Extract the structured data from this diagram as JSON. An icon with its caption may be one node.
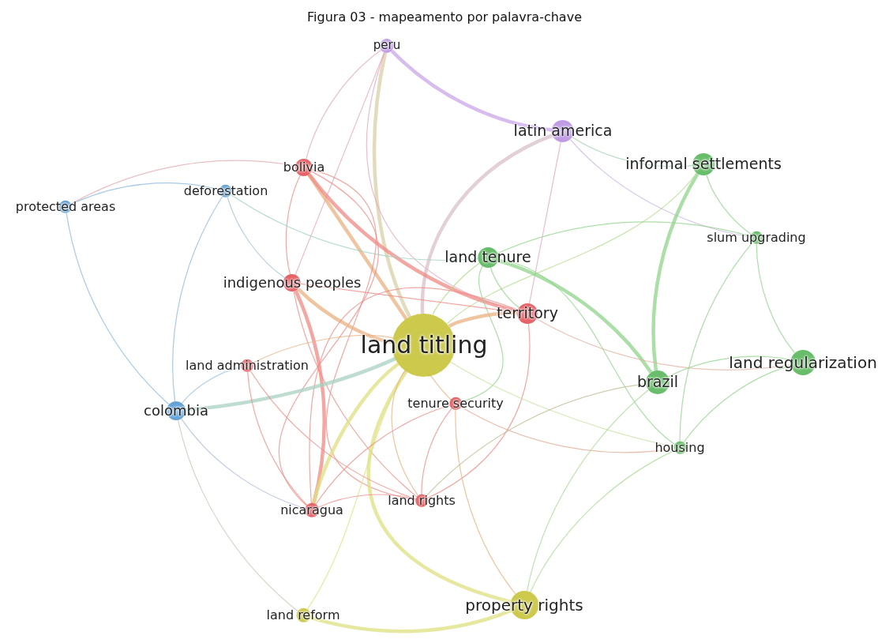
{
  "diagram": {
    "title": "Figura 03 - mapeamento por palavra-chave",
    "nodes": [
      {
        "text": [
          "peru"
        ]
      },
      {
        "text": [
          "latin america"
        ]
      },
      {
        "text": [
          "informal settlements"
        ]
      },
      {
        "text": [
          "bolivia"
        ]
      },
      {
        "text": [
          "deforestation"
        ]
      },
      {
        "text": [
          "protected areas"
        ]
      },
      {
        "text": [
          "slum upgrading"
        ]
      },
      {
        "text": [
          "land tenure"
        ]
      },
      {
        "text": [
          "indigenous peoples"
        ]
      },
      {
        "text": [
          "territory"
        ]
      },
      {
        "text": [
          "land titling"
        ]
      },
      {
        "text": [
          "land regularization"
        ]
      },
      {
        "text": [
          "land administration"
        ]
      },
      {
        "text": [
          "brazil"
        ]
      },
      {
        "text": [
          "colombia"
        ]
      },
      {
        "text": [
          "tenure security"
        ]
      },
      {
        "text": [
          "housing"
        ]
      },
      {
        "text": [
          "land rights"
        ]
      },
      {
        "text": [
          "nicaragua"
        ]
      },
      {
        "text": [
          "property rights"
        ]
      },
      {
        "text": [
          "land reform"
        ]
      }
    ],
    "edges": [
      {
        "from": 0,
        "to": 1,
        "arrow": "none",
        "style": "thick",
        "color": "#c9a6e8"
      },
      {
        "from": 0,
        "to": 10,
        "arrow": "none",
        "style": "thick",
        "color": "#d9cfa8"
      },
      {
        "from": 0,
        "to": 3,
        "arrow": "none",
        "color": "#e3a6c0"
      },
      {
        "from": 0,
        "to": 8,
        "arrow": "none",
        "color": "#e3a6c0"
      },
      {
        "from": 0,
        "to": 9,
        "arrow": "none",
        "color": "#e3a6c0"
      },
      {
        "from": 1,
        "to": 10,
        "arrow": "none",
        "style": "thick",
        "color": "#d9c0c8"
      },
      {
        "from": 1,
        "to": 2,
        "arrow": "none",
        "color": "#9fcfb0"
      },
      {
        "from": 1,
        "to": 6,
        "arrow": "none",
        "color": "#c9b6e0"
      },
      {
        "from": 1,
        "to": 9,
        "arrow": "none",
        "color": "#e3a6c0"
      },
      {
        "from": 2,
        "to": 13,
        "arrow": "none",
        "style": "thick",
        "color": "#8fd48a"
      },
      {
        "from": 2,
        "to": 6,
        "arrow": "none",
        "color": "#8fd48a"
      },
      {
        "from": 2,
        "to": 10,
        "arrow": "none",
        "color": "#b8dc90"
      },
      {
        "from": 3,
        "to": 10,
        "arrow": "none",
        "style": "thick",
        "color": "#eab080"
      },
      {
        "from": 3,
        "to": 9,
        "arrow": "none",
        "style": "thick"
      },
      {
        "from": 3,
        "to": 8,
        "arrow": "none"
      },
      {
        "from": 3,
        "to": 18,
        "arrow": "none"
      },
      {
        "from": 3,
        "to": 5,
        "arrow": "none",
        "color": "#e0a8b0"
      },
      {
        "from": 3,
        "to": 17,
        "arrow": "none"
      },
      {
        "from": 4,
        "to": 7,
        "arrow": "none",
        "color": "#9fcfc0"
      },
      {
        "from": 4,
        "to": 5,
        "arrow": "none",
        "color": "#8ab8e0"
      },
      {
        "from": 4,
        "to": 14,
        "arrow": "none",
        "color": "#8ab8e0"
      },
      {
        "from": 4,
        "to": 8,
        "arrow": "none",
        "color": "#9fbfd0"
      },
      {
        "from": 5,
        "to": 14,
        "arrow": "none",
        "color": "#8ab8e0"
      },
      {
        "from": 6,
        "to": 7,
        "arrow": "none",
        "color": "#8fd48a"
      },
      {
        "from": 6,
        "to": 11,
        "arrow": "none",
        "color": "#8fd48a"
      },
      {
        "from": 6,
        "to": 16,
        "arrow": "none",
        "color": "#8fd48a"
      },
      {
        "from": 7,
        "to": 10,
        "arrow": "none",
        "color": "#a8d67a"
      },
      {
        "from": 7,
        "to": 13,
        "arrow": "none",
        "style": "thick",
        "color": "#8fd48a"
      },
      {
        "from": 7,
        "to": 9,
        "arrow": "none",
        "color": "#8fd48a"
      },
      {
        "from": 7,
        "to": 16,
        "arrow": "none",
        "color": "#8fd48a"
      },
      {
        "from": 7,
        "to": 15,
        "arrow": "none",
        "color": "#8fd48a"
      },
      {
        "from": 8,
        "to": 10,
        "arrow": "none",
        "style": "thick",
        "color": "#eab080"
      },
      {
        "from": 8,
        "to": 9,
        "arrow": "none"
      },
      {
        "from": 8,
        "to": 18,
        "arrow": "none",
        "style": "thick"
      },
      {
        "from": 8,
        "to": 17,
        "arrow": "none"
      },
      {
        "from": 9,
        "to": 10,
        "arrow": "none",
        "style": "thick",
        "color": "#eab080"
      },
      {
        "from": 9,
        "to": 11,
        "arrow": "none",
        "color": "#e0b0a0"
      },
      {
        "from": 9,
        "to": 17,
        "arrow": "none"
      },
      {
        "from": 9,
        "to": 18,
        "arrow": "none"
      },
      {
        "from": 10,
        "to": 14,
        "arrow": "none",
        "style": "thick",
        "color": "#a8d0c0"
      },
      {
        "from": 10,
        "to": 19,
        "arrow": "none",
        "style": "thick",
        "color": "#dfe080"
      },
      {
        "from": 10,
        "to": 18,
        "arrow": "none",
        "style": "thick",
        "color": "#dfe080"
      },
      {
        "from": 10,
        "to": 20,
        "arrow": "none",
        "color": "#dfe080"
      },
      {
        "from": 10,
        "to": 16,
        "arrow": "none",
        "color": "#c8e0a0"
      },
      {
        "from": 10,
        "to": 15,
        "arrow": "none",
        "color": "#eab080"
      },
      {
        "from": 10,
        "to": 12,
        "arrow": "none",
        "color": "#eab080"
      },
      {
        "from": 10,
        "to": 17,
        "arrow": "none",
        "color": "#eab080"
      },
      {
        "from": 11,
        "to": 13,
        "arrow": "none",
        "color": "#8fd48a"
      },
      {
        "from": 11,
        "to": 16,
        "arrow": "none",
        "color": "#8fd48a"
      },
      {
        "from": 12,
        "to": 18,
        "arrow": "none"
      },
      {
        "from": 12,
        "to": 17,
        "arrow": "none"
      },
      {
        "from": 12,
        "to": 14,
        "arrow": "none",
        "color": "#9fbfe0"
      },
      {
        "from": 13,
        "to": 17,
        "arrow": "none",
        "color": "#c0b890"
      },
      {
        "from": 13,
        "to": 19,
        "arrow": "none",
        "color": "#a8d890"
      },
      {
        "from": 14,
        "to": 18,
        "arrow": "none",
        "color": "#a8b8d8"
      },
      {
        "from": 14,
        "to": 20,
        "arrow": "none",
        "color": "#c0c8b0"
      },
      {
        "from": 15,
        "to": 16,
        "arrow": "none",
        "color": "#e0a890"
      },
      {
        "from": 15,
        "to": 18,
        "arrow": "none"
      },
      {
        "from": 15,
        "to": 19,
        "arrow": "none",
        "color": "#eab080"
      },
      {
        "from": 15,
        "to": 17,
        "arrow": "none"
      },
      {
        "from": 16,
        "to": 19,
        "arrow": "none",
        "color": "#a8d890"
      },
      {
        "from": 17,
        "to": 18,
        "arrow": "none"
      },
      {
        "from": 20,
        "to": 19,
        "arrow": "none",
        "style": "thick",
        "color": "#dfe080"
      }
    ]
  }
}
